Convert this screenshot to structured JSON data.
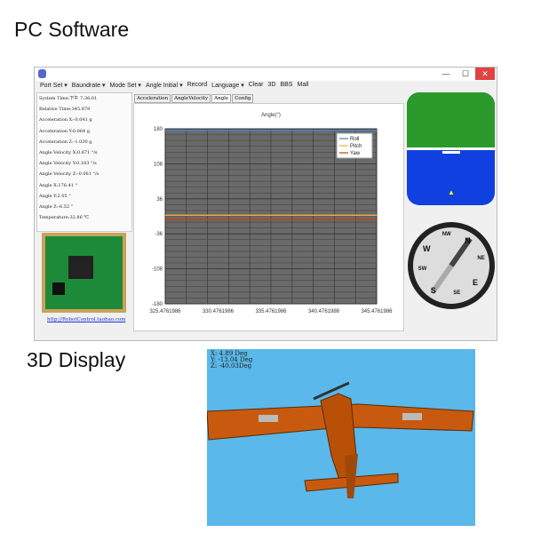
{
  "headings": {
    "pc": "PC Software",
    "display3d": "3D Display"
  },
  "window": {
    "controls": [
      "—",
      "☐",
      "✕"
    ]
  },
  "menu": [
    "Port Set ▾",
    "Baundrate ▾",
    "Mode Set ▾",
    "Angle Initial ▾",
    "Record",
    "Language ▾",
    "Clear",
    "3D",
    "BBS",
    "Mall"
  ],
  "status": [
    "System Time:下午 7:36:01",
    "Relative Time:345.878",
    "Acceleration X:-0.041 g",
    "Acceleration Y:0.064 g",
    "Acceleration Z:-1.030 g",
    "Angle Velocity X:0.671 °/s",
    "Angle Velocity Y:0.183 °/s",
    "Angle Velocity Z:-0.061 °/s",
    "Angle X:176.41 °",
    "Angle Y:2.05 °",
    "Angle Z:-6.52 °",
    "Temperature:32.86 ℃"
  ],
  "link": "http://RobotControl.taobao.com",
  "tabs": [
    "Acceleration",
    "AngleVelocity",
    "Angle",
    "Config"
  ],
  "active_tab": "Angle",
  "chart_data": {
    "type": "line",
    "title": "Angle(°)",
    "xlabel": "",
    "ylabel": "",
    "ylim": [
      -180,
      180
    ],
    "xlim": [
      325.4761986,
      345.4761986
    ],
    "yticks": [
      "180",
      "108",
      "36",
      "-36",
      "-108",
      "-180"
    ],
    "xticks": [
      "325.4761986",
      "330.4761986",
      "335.4761986",
      "340.4761986",
      "345.4761986"
    ],
    "grid": true,
    "legend": "top-right",
    "series": [
      {
        "name": "Roll",
        "color": "#4a7fc0",
        "values": [
          176.41,
          176.41
        ]
      },
      {
        "name": "Pitch",
        "color": "#e8b040",
        "values": [
          2.05,
          2.05
        ]
      },
      {
        "name": "Yaw",
        "color": "#c04020",
        "values": [
          -6.52,
          -6.52
        ]
      }
    ]
  },
  "view3d": {
    "x": "X:  4.89 Deg",
    "y": "Y:  -13.04 Deg",
    "z": "Z:  -40.03Deg"
  },
  "compass": [
    "N",
    "E",
    "S",
    "W",
    "NE",
    "SE",
    "SW",
    "NW"
  ]
}
